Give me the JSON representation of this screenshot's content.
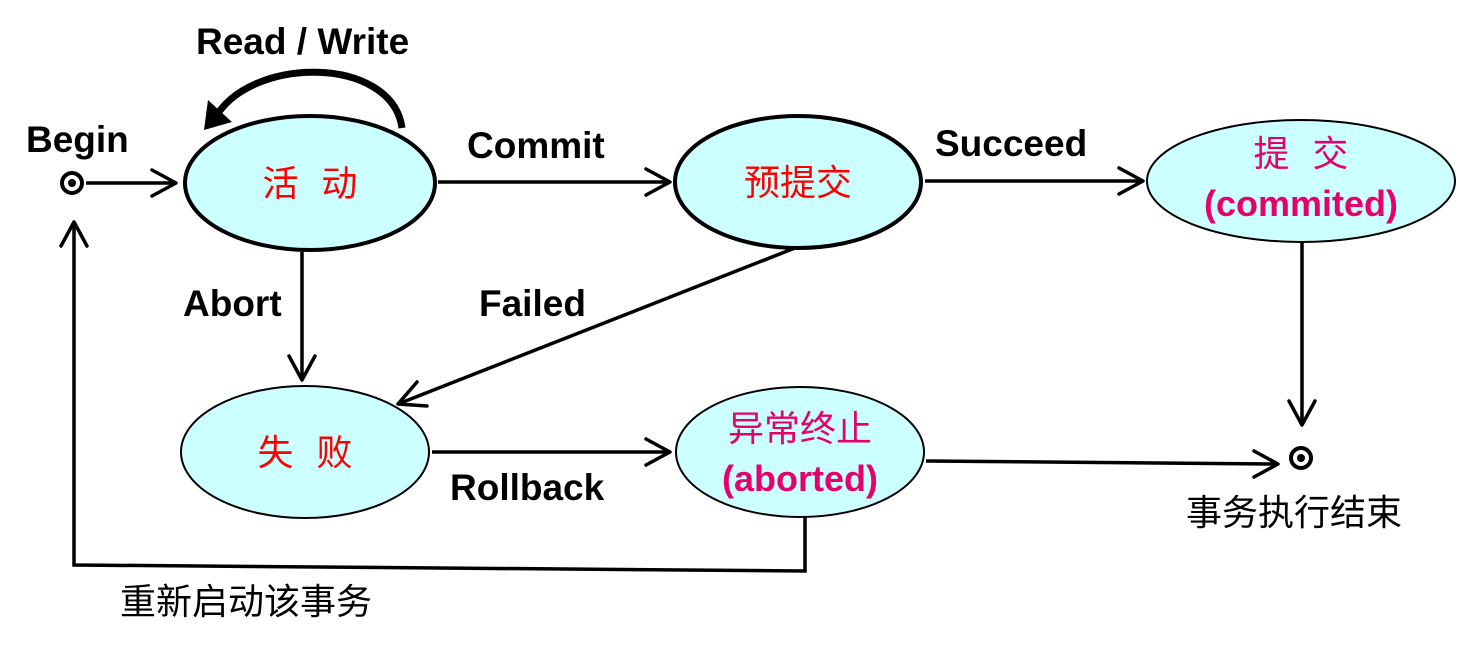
{
  "colors": {
    "node_fill": "#ccffff",
    "node_stroke": "#000000",
    "intermediate_state_text": "#ff0000",
    "terminal_state_text": "#e6006e",
    "edge": "#000000",
    "label": "#000000"
  },
  "start_label": "Begin",
  "end_label": "事务执行结束",
  "self_loop_label": "Read / Write",
  "states": {
    "active": "活  动",
    "partially_committed": "预提交",
    "committed": {
      "cn": "提  交",
      "en": "(commited)"
    },
    "failed": "失  败",
    "aborted": {
      "cn": "异常终止",
      "en": "(aborted)"
    }
  },
  "transitions": {
    "commit": "Commit",
    "succeed": "Succeed",
    "abort": "Abort",
    "failed": "Failed",
    "rollback": "Rollback",
    "restart": "重新启动该事务"
  }
}
